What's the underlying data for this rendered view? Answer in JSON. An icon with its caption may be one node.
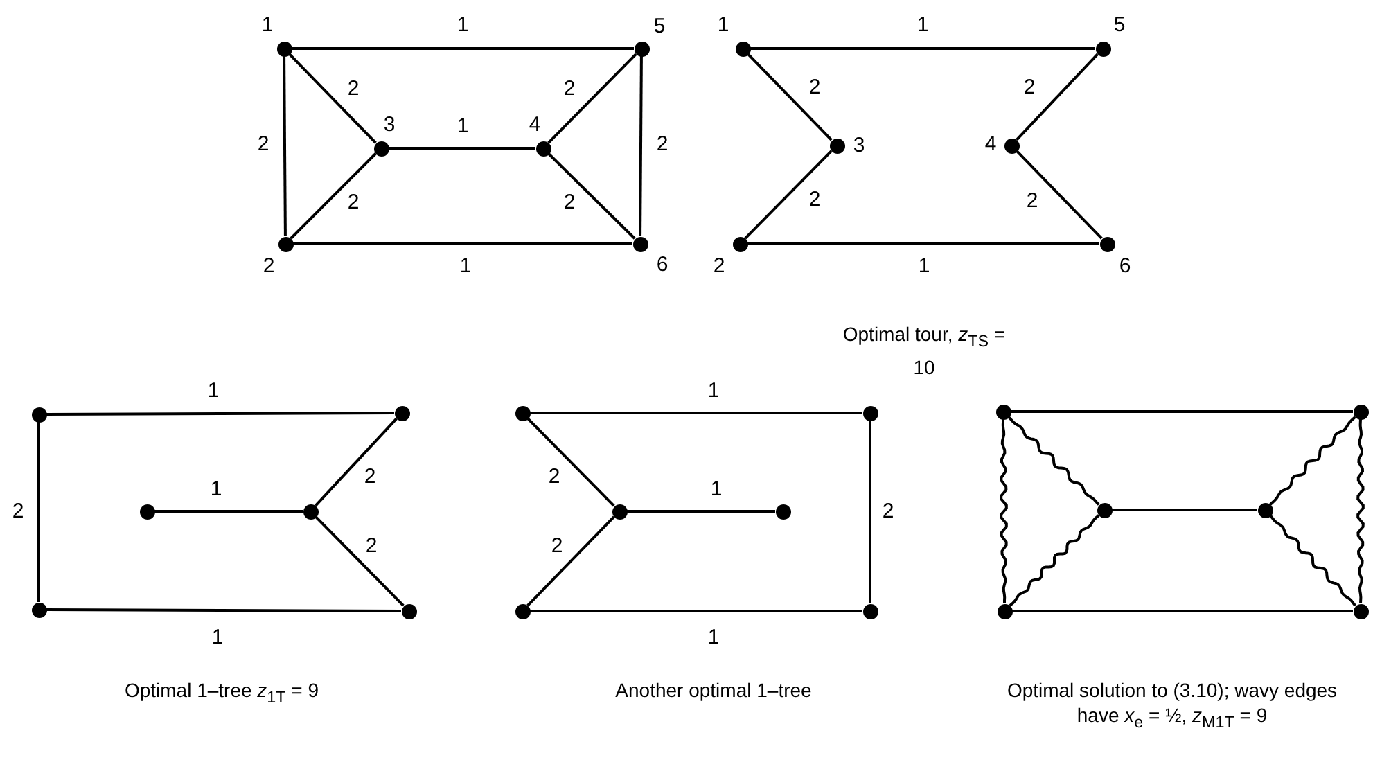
{
  "diagram": {
    "nodes": [
      {
        "text": [],
        "shape": "circle",
        "beside": [
          "1"
        ]
      },
      {
        "text": [],
        "shape": "circle",
        "beside": [
          "5"
        ]
      },
      {
        "text": [],
        "shape": "circle",
        "beside": [
          "3"
        ]
      },
      {
        "text": [],
        "shape": "circle",
        "beside": [
          "4"
        ]
      },
      {
        "text": [],
        "shape": "circle",
        "beside": [
          "2"
        ]
      },
      {
        "text": [],
        "shape": "circle",
        "beside": [
          "6"
        ]
      },
      {
        "text": [],
        "shape": "circle",
        "beside": [
          "1"
        ]
      },
      {
        "text": [],
        "shape": "circle",
        "beside": [
          "5"
        ]
      },
      {
        "text": [],
        "shape": "circle",
        "beside": [
          "3"
        ]
      },
      {
        "text": [],
        "shape": "circle",
        "beside": [
          "4"
        ]
      },
      {
        "text": [],
        "shape": "circle",
        "beside": [
          "2"
        ]
      },
      {
        "text": [],
        "shape": "circle",
        "beside": [
          "6"
        ]
      },
      {
        "text": [],
        "shape": "circle"
      },
      {
        "text": [],
        "shape": "circle"
      },
      {
        "text": [],
        "shape": "circle"
      },
      {
        "text": [],
        "shape": "circle"
      },
      {
        "text": [],
        "shape": "circle"
      },
      {
        "text": [],
        "shape": "circle"
      },
      {
        "text": [],
        "shape": "circle"
      },
      {
        "text": [],
        "shape": "circle"
      },
      {
        "text": [],
        "shape": "circle"
      },
      {
        "text": [],
        "shape": "circle"
      },
      {
        "text": [],
        "shape": "circle"
      },
      {
        "text": [],
        "shape": "circle"
      },
      {
        "text": [],
        "shape": "circle"
      },
      {
        "text": [],
        "shape": "circle"
      },
      {
        "text": [],
        "shape": "circle"
      },
      {
        "text": [],
        "shape": "circle"
      },
      {
        "text": [],
        "shape": "circle"
      },
      {
        "text": [],
        "shape": "circle"
      }
    ],
    "edges": [
      {
        "from": 0,
        "to": 1,
        "arrow": "none",
        "label": "1"
      },
      {
        "from": 0,
        "to": 2,
        "arrow": "none",
        "label": "2"
      },
      {
        "from": 0,
        "to": 4,
        "arrow": "none",
        "label": "2"
      },
      {
        "from": 2,
        "to": 3,
        "arrow": "none",
        "label": "1"
      },
      {
        "from": 1,
        "to": 3,
        "arrow": "none",
        "label": "2"
      },
      {
        "from": 1,
        "to": 5,
        "arrow": "none",
        "label": "2"
      },
      {
        "from": 4,
        "to": 2,
        "arrow": "none",
        "label": "2"
      },
      {
        "from": 3,
        "to": 5,
        "arrow": "none",
        "label": "2"
      },
      {
        "from": 4,
        "to": 5,
        "arrow": "none",
        "label": "1"
      },
      {
        "from": 6,
        "to": 7,
        "arrow": "none",
        "label": "1"
      },
      {
        "from": 6,
        "to": 8,
        "arrow": "none",
        "label": "2"
      },
      {
        "from": 7,
        "to": 9,
        "arrow": "none",
        "label": "2"
      },
      {
        "from": 10,
        "to": 8,
        "arrow": "none",
        "label": "2"
      },
      {
        "from": 9,
        "to": 11,
        "arrow": "none",
        "label": "2"
      },
      {
        "from": 10,
        "to": 11,
        "arrow": "none",
        "label": "1"
      },
      {
        "from": 12,
        "to": 13,
        "arrow": "none",
        "label": "1"
      },
      {
        "from": 12,
        "to": 16,
        "arrow": "none",
        "label": "2"
      },
      {
        "from": 14,
        "to": 15,
        "arrow": "none",
        "label": "1"
      },
      {
        "from": 15,
        "to": 13,
        "arrow": "none",
        "label": "2"
      },
      {
        "from": 15,
        "to": 17,
        "arrow": "none",
        "label": "2"
      },
      {
        "from": 16,
        "to": 17,
        "arrow": "none",
        "label": "1"
      },
      {
        "from": 18,
        "to": 19,
        "arrow": "none",
        "label": "1"
      },
      {
        "from": 18,
        "to": 20,
        "arrow": "none",
        "label": "2"
      },
      {
        "from": 20,
        "to": 21,
        "arrow": "none",
        "label": "1"
      },
      {
        "from": 19,
        "to": 23,
        "arrow": "none",
        "label": "2"
      },
      {
        "from": 22,
        "to": 20,
        "arrow": "none",
        "label": "2"
      },
      {
        "from": 22,
        "to": 23,
        "arrow": "none",
        "label": "1"
      },
      {
        "from": 24,
        "to": 25,
        "arrow": "none"
      },
      {
        "from": 24,
        "to": 28,
        "arrow": "none"
      },
      {
        "from": 24,
        "to": 26,
        "arrow": "none"
      },
      {
        "from": 26,
        "to": 27,
        "arrow": "none"
      },
      {
        "from": 25,
        "to": 27,
        "arrow": "none"
      },
      {
        "from": 25,
        "to": 29,
        "arrow": "none"
      },
      {
        "from": 28,
        "to": 26,
        "arrow": "none"
      },
      {
        "from": 27,
        "to": 29,
        "arrow": "none"
      },
      {
        "from": 28,
        "to": 29,
        "arrow": "none"
      }
    ],
    "labels": [
      "Optimal tour, *z*$_{TS}$ = 10",
      "Optimal 1–tree *z*$_{1T}$ = 9",
      "Another optimal 1–tree",
      "Optimal solution to (3.10); wavy edges have *x*$_{e}$ = ½, *z*$_{M1T}$ = 9"
    ]
  }
}
